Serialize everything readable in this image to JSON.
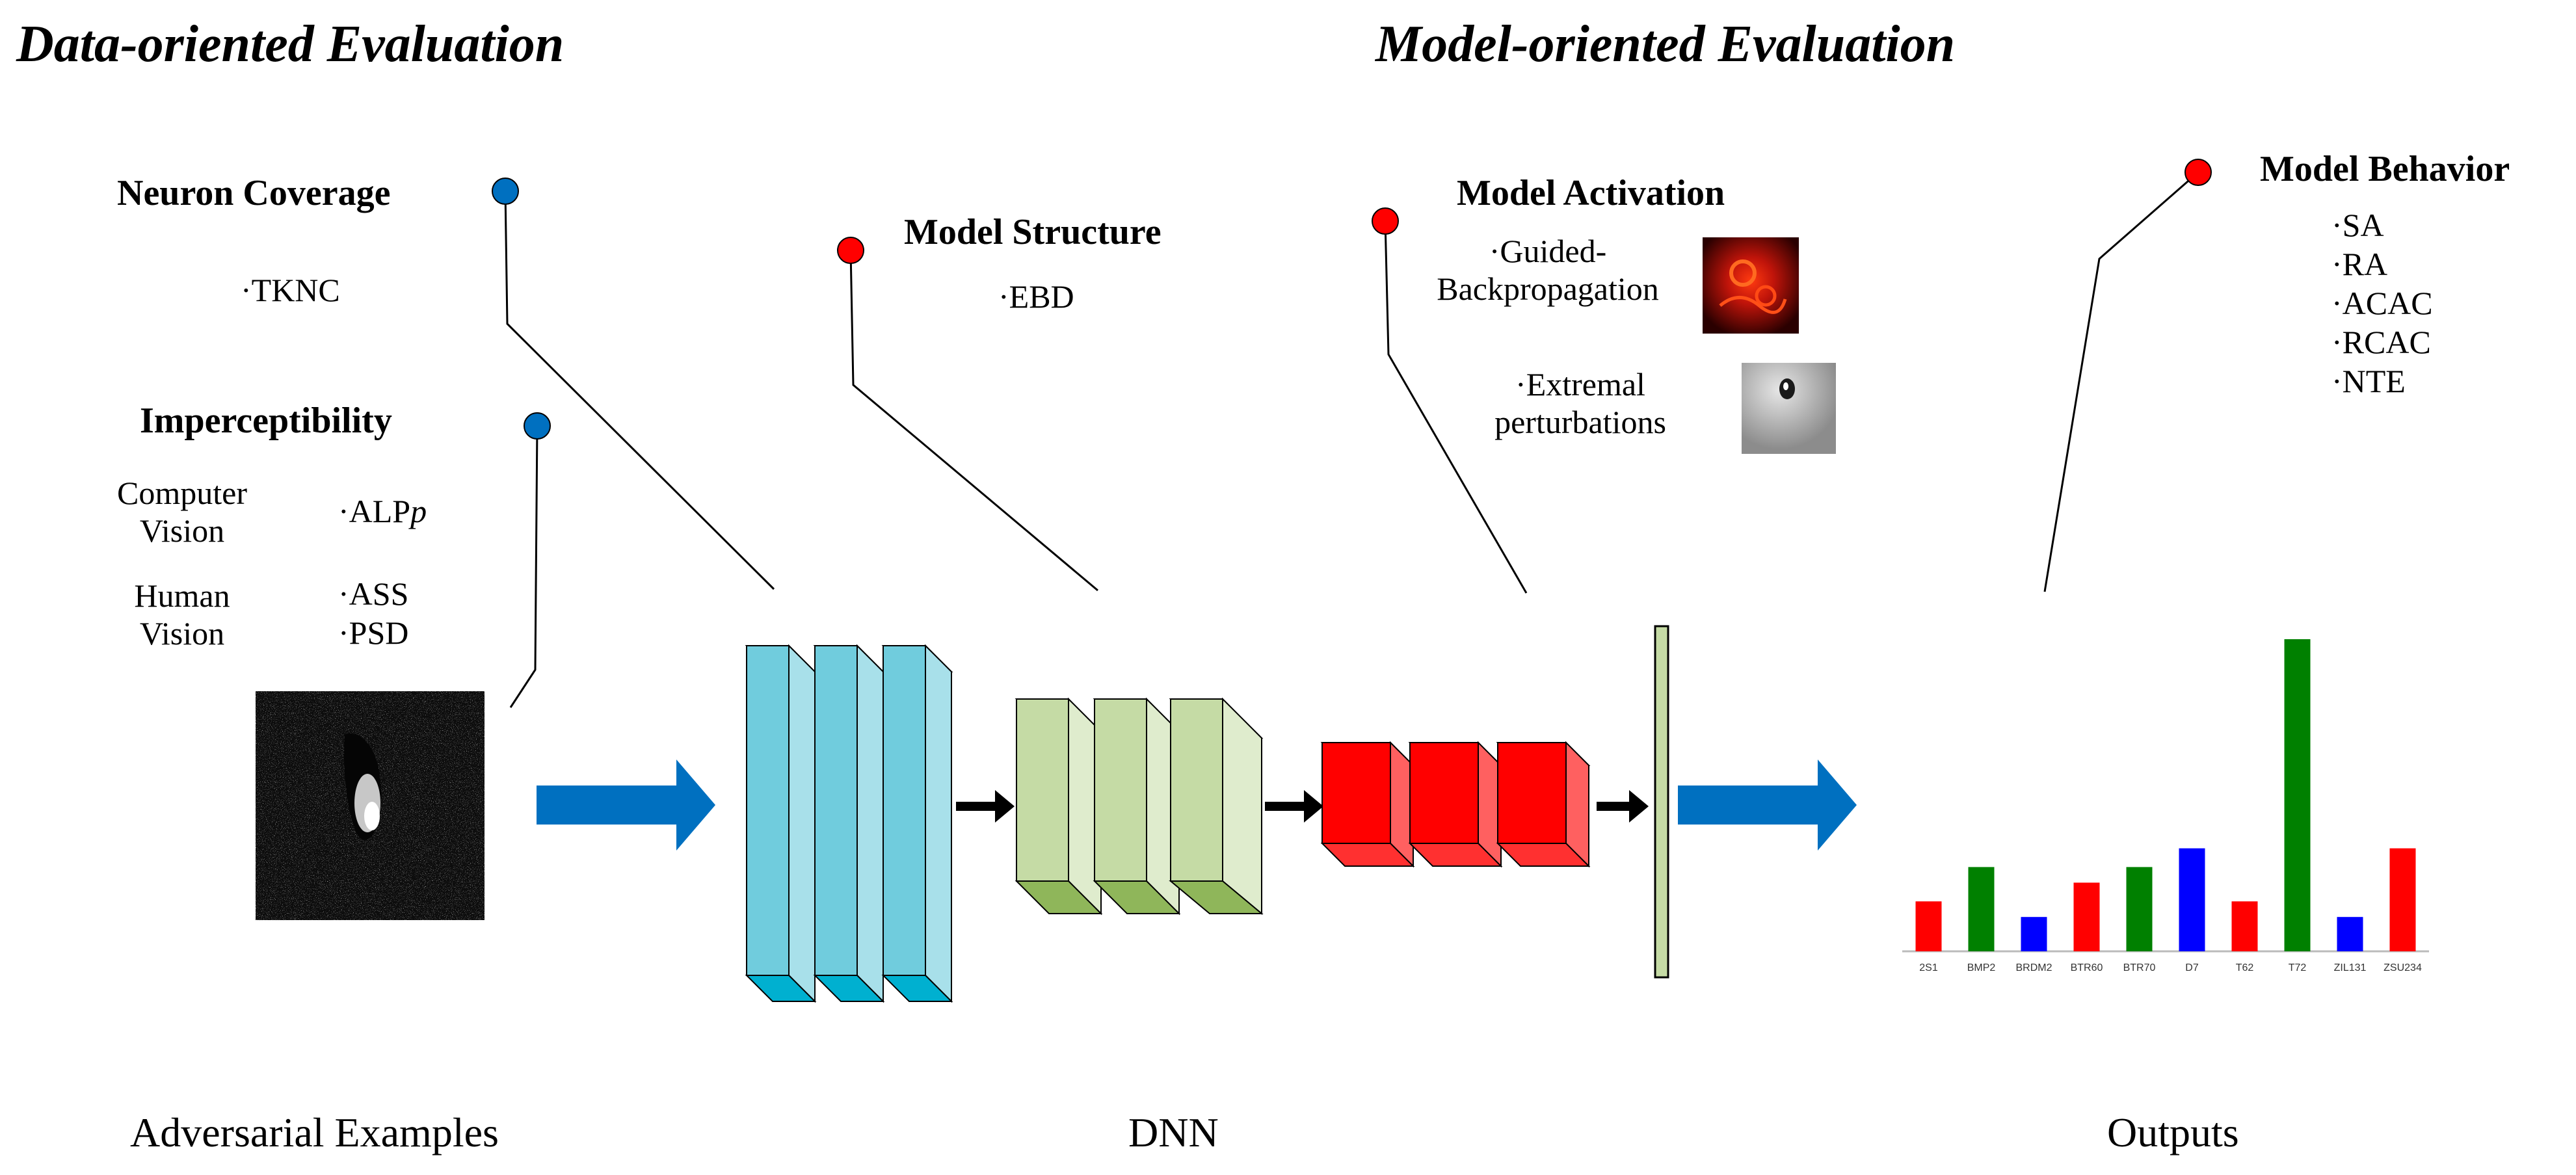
{
  "headings": {
    "data_oriented": "Data-oriented Evaluation",
    "model_oriented": "Model-oriented Evaluation"
  },
  "sections": {
    "neuron_coverage": {
      "title": "Neuron Coverage",
      "metrics": [
        "·TKNC"
      ],
      "dot_color": "#0070C0"
    },
    "imperceptibility": {
      "title": "Imperceptibility",
      "computer_vision_label": "Computer\nVision",
      "computer_vision_metric_prefix": "·ALP",
      "computer_vision_metric_suffix": "p",
      "human_vision_label": "Human\nVision",
      "human_vision_metrics": [
        "·ASS",
        "·PSD"
      ],
      "dot_color": "#0070C0"
    },
    "model_structure": {
      "title": "Model Structure",
      "metrics": [
        "·EBD"
      ],
      "dot_color": "#FF0000"
    },
    "model_activation": {
      "title": "Model Activation",
      "guided": "·Guided-\nBackpropagation",
      "extremal": "·Extremal\nperturbations",
      "dot_color": "#FF0000"
    },
    "model_behavior": {
      "title": "Model Behavior",
      "metrics": [
        "·SA",
        "·RA",
        "·ACAC",
        "·RCAC",
        "·NTE"
      ],
      "dot_color": "#FF0000"
    }
  },
  "bottom_labels": {
    "adversarial": "Adversarial Examples",
    "dnn": "DNN",
    "outputs": "Outputs"
  },
  "colors": {
    "cyan_layer": "#70CCDD",
    "green_layer": "#C5DBA5",
    "red_layer": "#FF0000",
    "fc_layer": "#C5DBA5",
    "big_arrow": "#0070C0"
  },
  "chart_data": {
    "type": "bar",
    "categories": [
      "2S1",
      "BMP2",
      "BRDM2",
      "BTR60",
      "BTR70",
      "D7",
      "T62",
      "T72",
      "ZIL131",
      "ZSU234"
    ],
    "values": [
      0.16,
      0.27,
      0.11,
      0.22,
      0.27,
      0.33,
      0.16,
      1.0,
      0.11,
      0.33
    ],
    "bar_colors": [
      "#FF0000",
      "#008000",
      "#0000FF",
      "#FF0000",
      "#008000",
      "#0000FF",
      "#FF0000",
      "#008000",
      "#0000FF",
      "#FF0000"
    ],
    "ylim": [
      0,
      1
    ]
  }
}
